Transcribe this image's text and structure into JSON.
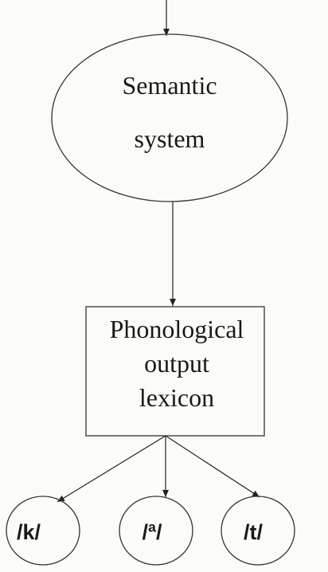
{
  "semantic_system": {
    "line1": "Semantic",
    "line2": "system"
  },
  "phonological_output_lexicon": {
    "line1": "Phonological",
    "line2": "output",
    "line3": "lexicon"
  },
  "phonemes": [
    "/k/",
    "/ª/",
    "/t/"
  ]
}
